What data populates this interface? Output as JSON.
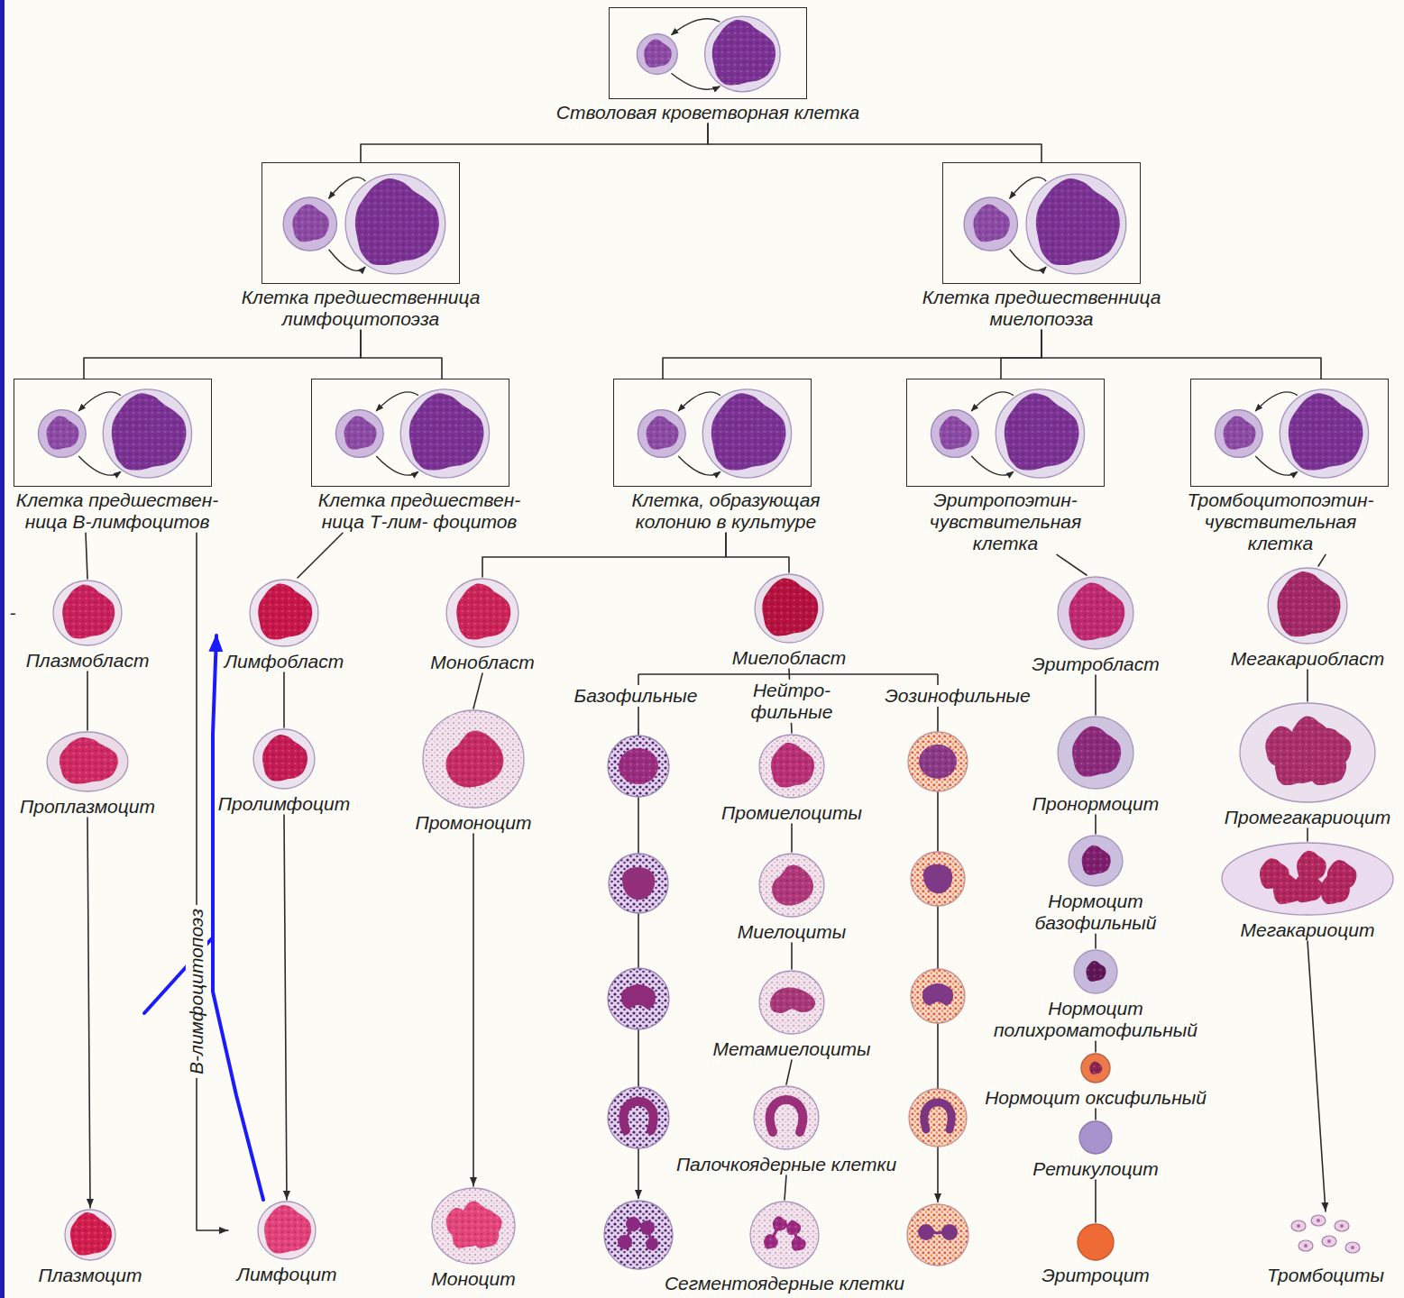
{
  "diagram": {
    "nodes": [
      {
        "text": [
          "Стволовая кроветворная клетка"
        ]
      },
      {
        "text": [
          "Клетка предшественница лимфоцитопоэза"
        ]
      },
      {
        "text": [
          "Клетка предшественница миелопоэза"
        ]
      },
      {
        "text": [
          "Клетка предшествен- ница В-лимфоцитов"
        ]
      },
      {
        "text": [
          "Клетка предшествен- ница Т-лим- фоцитов"
        ]
      },
      {
        "text": [
          "Клетка, образующая колонию в культуре"
        ]
      },
      {
        "text": [
          "Эритропоэтин- чувствительная клетка"
        ]
      },
      {
        "text": [
          "Тромбоцитопоэтин- чувствительная клетка"
        ]
      },
      {
        "text": [
          "Плазмобласт"
        ]
      },
      {
        "text": [
          "Лимфобласт"
        ]
      },
      {
        "text": [
          "Монобласт"
        ]
      },
      {
        "text": [
          "Миелобласт"
        ]
      },
      {
        "text": [
          "Эритробласт"
        ]
      },
      {
        "text": [
          "Мегакариобласт"
        ]
      },
      {
        "text": [
          "Проплазмоцит"
        ]
      },
      {
        "text": [
          "Пролимфоцит"
        ]
      },
      {
        "text": [
          "Промоноцит"
        ]
      },
      {
        "text": [
          "Промиелоциты"
        ]
      },
      {
        "text": [
          "Пронормоцит"
        ]
      },
      {
        "text": [
          "Промегакариоцит"
        ]
      },
      {
        "text": [
          "Миелоциты"
        ]
      },
      {
        "text": [
          "Нормоцит базофильный"
        ]
      },
      {
        "text": [
          "Мегакариоцит"
        ]
      },
      {
        "text": [
          "Метамиелоциты"
        ]
      },
      {
        "text": [
          "Нормоцит полихроматофильный"
        ]
      },
      {
        "text": [
          "Палочкоядерные клетки"
        ]
      },
      {
        "text": [
          "Нормоцит оксифильный"
        ]
      },
      {
        "text": [
          "Ретикулоцит"
        ]
      },
      {
        "text": [
          "Плазмоцит"
        ]
      },
      {
        "text": [
          "Лимфоцит"
        ]
      },
      {
        "text": [
          "Моноцит"
        ]
      },
      {
        "text": [
          "Сегментоядерные клетки"
        ]
      },
      {
        "text": [
          "Эритроцит"
        ]
      },
      {
        "text": [
          "Тромбоциты"
        ]
      }
    ],
    "edges": [
      {
        "from": 0,
        "to": 1,
        "arrow": "none"
      },
      {
        "from": 0,
        "to": 2,
        "arrow": "none"
      },
      {
        "from": 1,
        "to": 3,
        "arrow": "none"
      },
      {
        "from": 1,
        "to": 4,
        "arrow": "none"
      },
      {
        "from": 2,
        "to": 5,
        "arrow": "none"
      },
      {
        "from": 2,
        "to": 6,
        "arrow": "none"
      },
      {
        "from": 2,
        "to": 7,
        "arrow": "none"
      },
      {
        "from": 3,
        "to": 8,
        "arrow": "none"
      },
      {
        "from": 3,
        "to": 29,
        "arrow": "to",
        "label": "В-лимфоцитопоэз"
      },
      {
        "from": 4,
        "to": 9,
        "arrow": "none"
      },
      {
        "from": 5,
        "to": 10,
        "arrow": "none"
      },
      {
        "from": 5,
        "to": 11,
        "arrow": "none"
      },
      {
        "from": 6,
        "to": 12,
        "arrow": "none"
      },
      {
        "from": 7,
        "to": 13,
        "arrow": "none"
      },
      {
        "from": 8,
        "to": 14,
        "arrow": "none"
      },
      {
        "from": 14,
        "to": 28,
        "arrow": "to"
      },
      {
        "from": 9,
        "to": 15,
        "arrow": "none"
      },
      {
        "from": 15,
        "to": 29,
        "arrow": "to"
      },
      {
        "from": 10,
        "to": 16,
        "arrow": "none"
      },
      {
        "from": 16,
        "to": 30,
        "arrow": "to"
      },
      {
        "from": 11,
        "to": 17,
        "arrow": "none"
      },
      {
        "from": 17,
        "to": 20,
        "arrow": "none"
      },
      {
        "from": 20,
        "to": 23,
        "arrow": "none"
      },
      {
        "from": 23,
        "to": 25,
        "arrow": "none"
      },
      {
        "from": 25,
        "to": 31,
        "arrow": "none"
      },
      {
        "from": 12,
        "to": 18,
        "arrow": "none"
      },
      {
        "from": 18,
        "to": 21,
        "arrow": "none"
      },
      {
        "from": 21,
        "to": 24,
        "arrow": "none"
      },
      {
        "from": 24,
        "to": 26,
        "arrow": "none"
      },
      {
        "from": 26,
        "to": 27,
        "arrow": "none"
      },
      {
        "from": 27,
        "to": 32,
        "arrow": "none"
      },
      {
        "from": 13,
        "to": 19,
        "arrow": "none"
      },
      {
        "from": 19,
        "to": 22,
        "arrow": "none"
      },
      {
        "from": 22,
        "to": 33,
        "arrow": "to"
      },
      {
        "from": 29,
        "to": 9,
        "arrow": "to"
      }
    ],
    "labels": [
      "Базофильные",
      "Нейтро- фильные",
      "Эозинофильные",
      "-"
    ]
  }
}
